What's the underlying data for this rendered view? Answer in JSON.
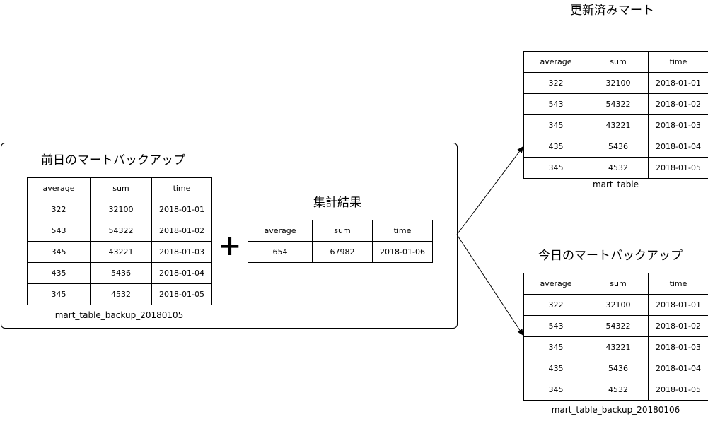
{
  "columns": [
    "average",
    "sum",
    "time"
  ],
  "backup_group": {
    "title": "前日のマートバックアップ",
    "caption": "mart_table_backup_20180105",
    "rows": [
      [
        "322",
        "32100",
        "2018-01-01"
      ],
      [
        "543",
        "54322",
        "2018-01-02"
      ],
      [
        "345",
        "43221",
        "2018-01-03"
      ],
      [
        "435",
        "5436",
        "2018-01-04"
      ],
      [
        "345",
        "4532",
        "2018-01-05"
      ]
    ]
  },
  "operator": "+",
  "aggregate": {
    "title": "集計結果",
    "rows": [
      [
        "654",
        "67982",
        "2018-01-06"
      ]
    ]
  },
  "updated_mart": {
    "title": "更新済みマート",
    "caption": "mart_table",
    "rows": [
      [
        "322",
        "32100",
        "2018-01-01"
      ],
      [
        "543",
        "54322",
        "2018-01-02"
      ],
      [
        "345",
        "43221",
        "2018-01-03"
      ],
      [
        "435",
        "5436",
        "2018-01-04"
      ],
      [
        "345",
        "4532",
        "2018-01-05"
      ]
    ]
  },
  "todays_backup": {
    "title": "今日のマートバックアップ",
    "caption": "mart_table_backup_20180106",
    "rows": [
      [
        "322",
        "32100",
        "2018-01-01"
      ],
      [
        "543",
        "54322",
        "2018-01-02"
      ],
      [
        "345",
        "43221",
        "2018-01-03"
      ],
      [
        "435",
        "5436",
        "2018-01-04"
      ],
      [
        "345",
        "4532",
        "2018-01-05"
      ]
    ]
  }
}
